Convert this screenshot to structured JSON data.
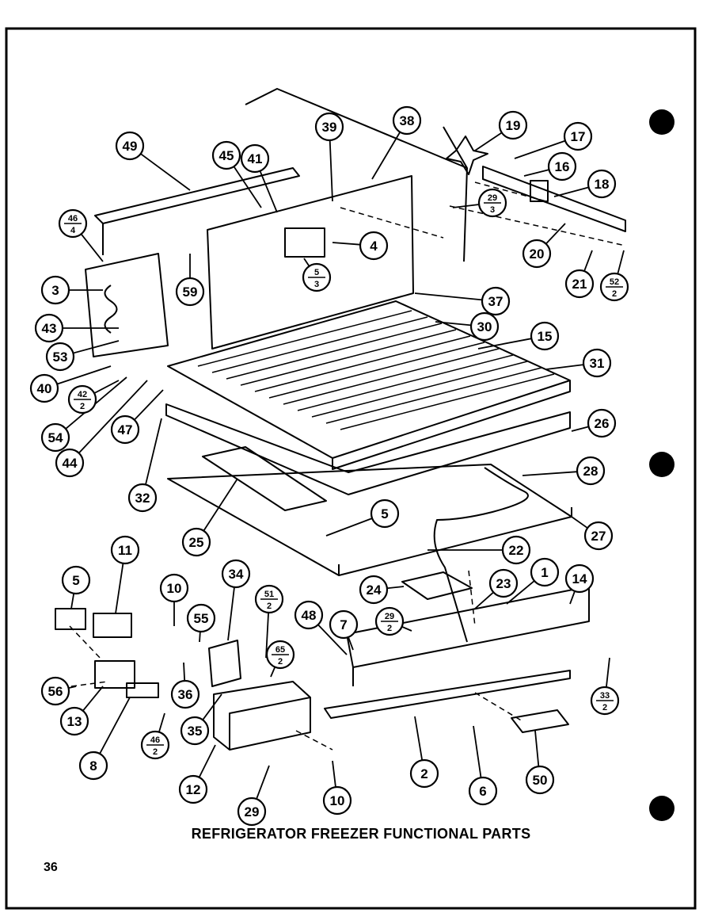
{
  "title": "REFRIGERATOR FREEZER FUNCTIONAL PARTS",
  "page_number": "36",
  "callouts": [
    {
      "id": "c19",
      "label": "19"
    },
    {
      "id": "c17",
      "label": "17"
    },
    {
      "id": "c16",
      "label": "16"
    },
    {
      "id": "c18",
      "label": "18"
    },
    {
      "id": "c38",
      "label": "38"
    },
    {
      "id": "c39",
      "label": "39"
    },
    {
      "id": "c49",
      "label": "49"
    },
    {
      "id": "c45",
      "label": "45"
    },
    {
      "id": "c41",
      "label": "41"
    },
    {
      "id": "c4",
      "label": "4"
    },
    {
      "id": "c3",
      "label": "3"
    },
    {
      "id": "c59",
      "label": "59"
    },
    {
      "id": "c43",
      "label": "43"
    },
    {
      "id": "c53",
      "label": "53"
    },
    {
      "id": "c40",
      "label": "40"
    },
    {
      "id": "c54",
      "label": "54"
    },
    {
      "id": "c44",
      "label": "44"
    },
    {
      "id": "c47",
      "label": "47"
    },
    {
      "id": "c32",
      "label": "32"
    },
    {
      "id": "c25",
      "label": "25"
    },
    {
      "id": "c5a",
      "label": "5"
    },
    {
      "id": "c20",
      "label": "20"
    },
    {
      "id": "c21",
      "label": "21"
    },
    {
      "id": "c37",
      "label": "37"
    },
    {
      "id": "c30",
      "label": "30"
    },
    {
      "id": "c15",
      "label": "15"
    },
    {
      "id": "c31",
      "label": "31"
    },
    {
      "id": "c26",
      "label": "26"
    },
    {
      "id": "c28",
      "label": "28"
    },
    {
      "id": "c27",
      "label": "27"
    },
    {
      "id": "c22",
      "label": "22"
    },
    {
      "id": "c24",
      "label": "24"
    },
    {
      "id": "c23",
      "label": "23"
    },
    {
      "id": "c1",
      "label": "1"
    },
    {
      "id": "c14",
      "label": "14"
    },
    {
      "id": "c11",
      "label": "11"
    },
    {
      "id": "c5b",
      "label": "5"
    },
    {
      "id": "c10a",
      "label": "10"
    },
    {
      "id": "c55",
      "label": "55"
    },
    {
      "id": "c34",
      "label": "34"
    },
    {
      "id": "c48",
      "label": "48"
    },
    {
      "id": "c7",
      "label": "7"
    },
    {
      "id": "c56",
      "label": "56"
    },
    {
      "id": "c13",
      "label": "13"
    },
    {
      "id": "c36",
      "label": "36"
    },
    {
      "id": "c35",
      "label": "35"
    },
    {
      "id": "c8",
      "label": "8"
    },
    {
      "id": "c12",
      "label": "12"
    },
    {
      "id": "c29",
      "label": "29"
    },
    {
      "id": "c10b",
      "label": "10"
    },
    {
      "id": "c2",
      "label": "2"
    },
    {
      "id": "c6",
      "label": "6"
    },
    {
      "id": "c50",
      "label": "50"
    }
  ],
  "fraction_callouts": [
    {
      "id": "f46_4",
      "num": "46",
      "den": "4"
    },
    {
      "id": "f5_3",
      "num": "5",
      "den": "3"
    },
    {
      "id": "f29_3",
      "num": "29",
      "den": "3"
    },
    {
      "id": "f52_2",
      "num": "52",
      "den": "2"
    },
    {
      "id": "f42_2",
      "num": "42",
      "den": "2"
    },
    {
      "id": "f29_2",
      "num": "29",
      "den": "2"
    },
    {
      "id": "f51_2",
      "num": "51",
      "den": "2"
    },
    {
      "id": "f65_2",
      "num": "65",
      "den": "2"
    },
    {
      "id": "f46_2",
      "num": "46",
      "den": "2"
    },
    {
      "id": "f33_2",
      "num": "33",
      "den": "2"
    }
  ]
}
